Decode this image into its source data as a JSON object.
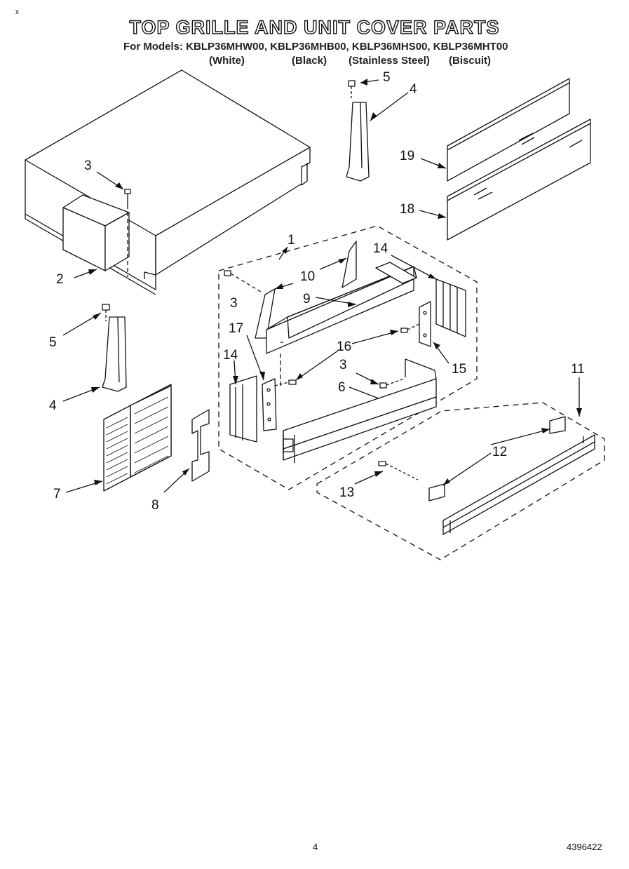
{
  "header": {
    "title": "TOP GRILLE AND UNIT COVER PARTS",
    "models_line": "For Models: KBLP36MHW00, KBLP36MHB00, KBLP36MHS00, KBLP36MHT00",
    "finishes": [
      "(White)",
      "(Black)",
      "(Stainless Steel)",
      "(Biscuit)"
    ]
  },
  "callouts": [
    "1",
    "2",
    "3",
    "3",
    "3",
    "4",
    "4",
    "5",
    "5",
    "6",
    "7",
    "8",
    "9",
    "10",
    "11",
    "12",
    "13",
    "14",
    "14",
    "15",
    "16",
    "17",
    "18",
    "19"
  ],
  "footer": {
    "page_number": "4",
    "document_number": "4396422",
    "corner_mark": "x"
  },
  "colors": {
    "line": "#111111",
    "background": "#ffffff"
  }
}
